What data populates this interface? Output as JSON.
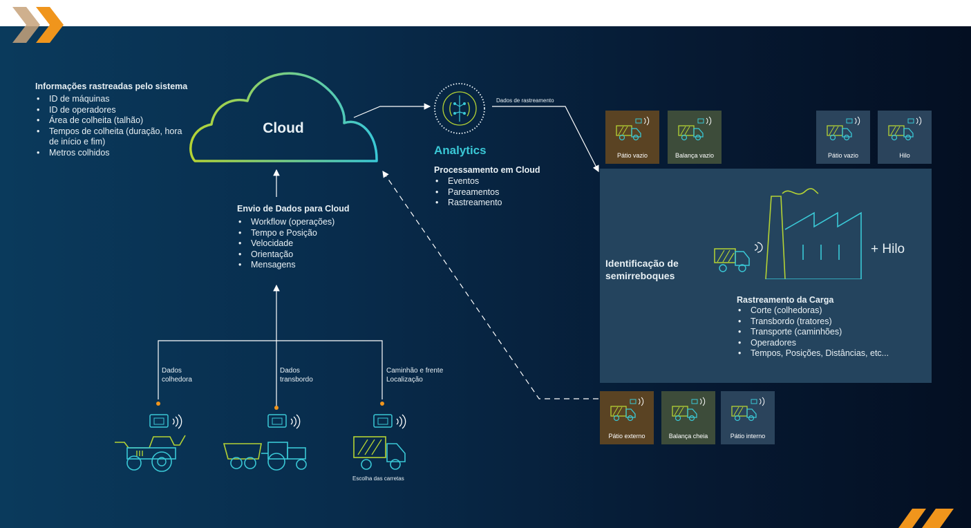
{
  "colors": {
    "orange": "#f0951c",
    "green": "#b5d334",
    "teal": "#3ac8d6",
    "panel": "#24445e",
    "tile_brown": "#5a4323",
    "tile_olive": "#3d4c3a",
    "tile_slate": "#2b445c"
  },
  "info": {
    "title": "Informações rastreadas pelo sistema",
    "items": [
      "ID de máquinas",
      "ID de operadores",
      "Área de colheita (talhão)",
      "Tempos de colheita (duração, hora de início e fim)",
      "Metros colhidos"
    ]
  },
  "cloud": {
    "label": "Cloud"
  },
  "analytics": {
    "label": "Analytics",
    "arrow_label": "Dados de rastreamento",
    "subtitle": "Processamento em Cloud",
    "items": [
      "Eventos",
      "Pareamentos",
      "Rastreamento"
    ]
  },
  "envio": {
    "title": "Envio de Dados para Cloud",
    "items": [
      "Workflow (operações)",
      "Tempo e Posição",
      "Velocidade",
      "Orientação",
      "Mensagens"
    ]
  },
  "sources": [
    {
      "label_line1": "Dados",
      "label_line2": "colhedora",
      "icon": "harvester-icon"
    },
    {
      "label_line1": "Dados",
      "label_line2": "transbordo",
      "icon": "tractor-icon"
    },
    {
      "label_line1": "Caminhão e frente",
      "label_line2": "Localização",
      "icon": "truck-icon",
      "caption": "Escolha das carretas"
    }
  ],
  "top_tiles": [
    {
      "label": "Pátio vazio",
      "color": "brown"
    },
    {
      "label": "Balança vazio",
      "color": "olive"
    },
    {
      "label": "Pátio vazio",
      "color": "slate"
    },
    {
      "label": "Hilo",
      "color": "slate"
    }
  ],
  "bottom_tiles": [
    {
      "label": "Pátio externo",
      "color": "brown"
    },
    {
      "label": "Balança cheia",
      "color": "olive"
    },
    {
      "label": "Pátio interno",
      "color": "slate"
    }
  ],
  "panel": {
    "identificacao": [
      "Identificação de",
      "semirreboques"
    ],
    "hilo": "+ Hilo",
    "rastreamento_title": "Rastreamento da Carga",
    "rastreamento_items": [
      "Corte (colhedoras)",
      "Transbordo (tratores)",
      "Transporte (caminhões)",
      "Operadores",
      "Tempos, Posições, Distâncias, etc..."
    ]
  }
}
